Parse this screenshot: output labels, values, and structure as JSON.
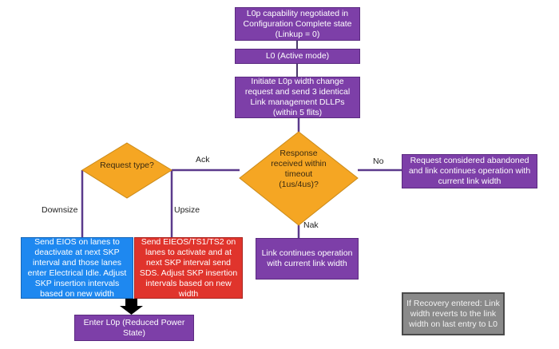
{
  "nodes": {
    "start": "L0p capability negotiated in Configuration Complete state (Linkup = 0)",
    "l0": "L0 (Active mode)",
    "initiate": "Initiate L0p width change request and send 3 identical Link management DLLPs (within 5 flits)",
    "response_decision": "Response received within timeout (1us/4us)?",
    "abandoned": "Request considered abandoned and link continues operation with current link width",
    "request_type_decision": "Request type?",
    "continues": "Link continues operation with current link width",
    "downsize_action": "Send EIOS on lanes to deactivate at next SKP interval and those lanes enter Electrical Idle. Adjust SKP insertion intervals based on new width",
    "upsize_action": "Send EIEOS/TS1/TS2 on lanes to activate and at next SKP interval send SDS. Adjust SKP insertion intervals based on new width",
    "enter_l0p": "Enter L0p (Reduced Power State)",
    "recovery_note": "If Recovery entered: Link width reverts to the link width on last entry to L0"
  },
  "edge_labels": {
    "ack": "Ack",
    "no": "No",
    "nak": "Nak",
    "downsize": "Downsize",
    "upsize": "Upsize"
  },
  "colors": {
    "process": "#7d3fa8",
    "decision": "#f5a623",
    "downsize": "#1e88f0",
    "upsize": "#e0342c",
    "note": "#8a8a8a",
    "connector": "#5b3a8c"
  }
}
